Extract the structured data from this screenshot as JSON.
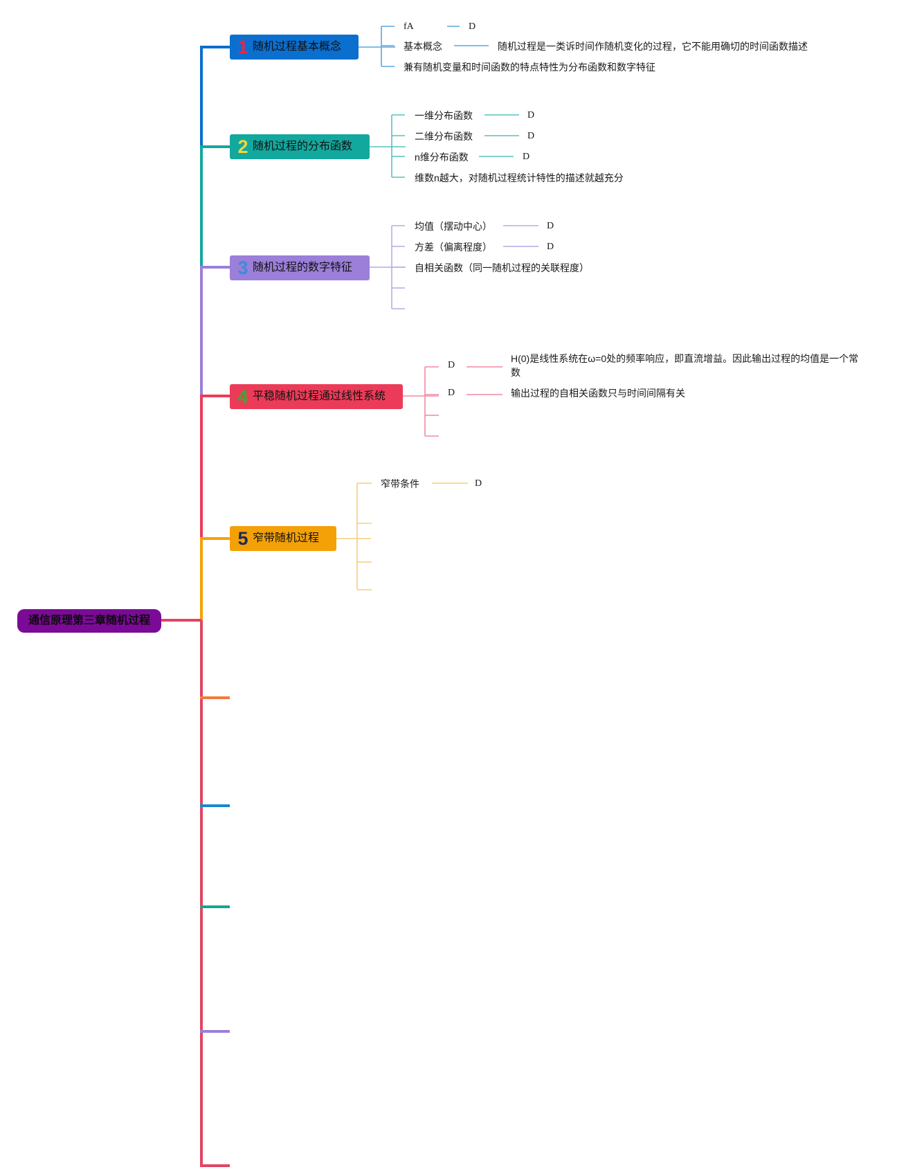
{
  "root": {
    "label": "通信原理第三章随机过程",
    "color": "#7b0a96"
  },
  "topics": [
    {
      "number": "1",
      "label": "随机过程基本概念",
      "color": "#0b6fcf",
      "number_color": "#e4284b",
      "children": [
        {
          "label": "fA",
          "value": "D"
        },
        {
          "label": "基本概念",
          "value": "随机过程是一类诉时间作随机变化的过程，它不能用确切的时间函数描述"
        },
        {
          "label": "兼有随机变量和时间函数的特点特性为分布函数和数字特征"
        }
      ]
    },
    {
      "number": "2",
      "label": "随机过程的分布函数",
      "color": "#13a89e",
      "number_color": "#f5d53a",
      "children": [
        {
          "label": "一维分布函数",
          "value": "D"
        },
        {
          "label": "二维分布函数",
          "value": "D"
        },
        {
          "label": "n维分布函数",
          "value": "D"
        },
        {
          "label": "维数n越大，对随机过程统计特性的描述就越充分"
        }
      ]
    },
    {
      "number": "3",
      "label": "随机过程的数字特征",
      "color": "#9b7fd9",
      "number_color": "#3d8bd9",
      "children": [
        {
          "label": "均值（摆动中心）",
          "value": "D"
        },
        {
          "label": "方差（偏离程度）",
          "value": "D"
        },
        {
          "label": "自相关函数（同一随机过程的关联程度）"
        },
        {
          "label": ""
        },
        {
          "label": ""
        }
      ]
    },
    {
      "number": "4",
      "label": "平稳随机过程通过线性系统",
      "color": "#ec3b58",
      "number_color": "#3fa535",
      "children": [
        {
          "label": "D",
          "value": "H(0)是线性系统在ω=0处的频率响应，即直流增益。因此输出过程的均值是一个常数"
        },
        {
          "label": "D",
          "value": "输出过程的自相关函数只与时间间隔有关"
        },
        {
          "label": ""
        },
        {
          "label": ""
        }
      ]
    },
    {
      "number": "5",
      "label": "窄带随机过程",
      "color": "#f4a108",
      "number_color": "#1f2a5a",
      "children": [
        {
          "label": "窄带条件",
          "value": "D"
        },
        {
          "label": ""
        },
        {
          "label": ""
        },
        {
          "label": ""
        }
      ]
    }
  ],
  "empty_topics": [
    {
      "color": "#f47a3b"
    },
    {
      "color": "#1a86d0"
    },
    {
      "color": "#17a594"
    },
    {
      "color": "#9b7fd9"
    },
    {
      "color": "#e04563"
    }
  ],
  "spine_colors": [
    "#0b6fcf",
    "#13a89e",
    "#9b7fd9",
    "#ec3b58",
    "#f4a108",
    "#e04563"
  ]
}
